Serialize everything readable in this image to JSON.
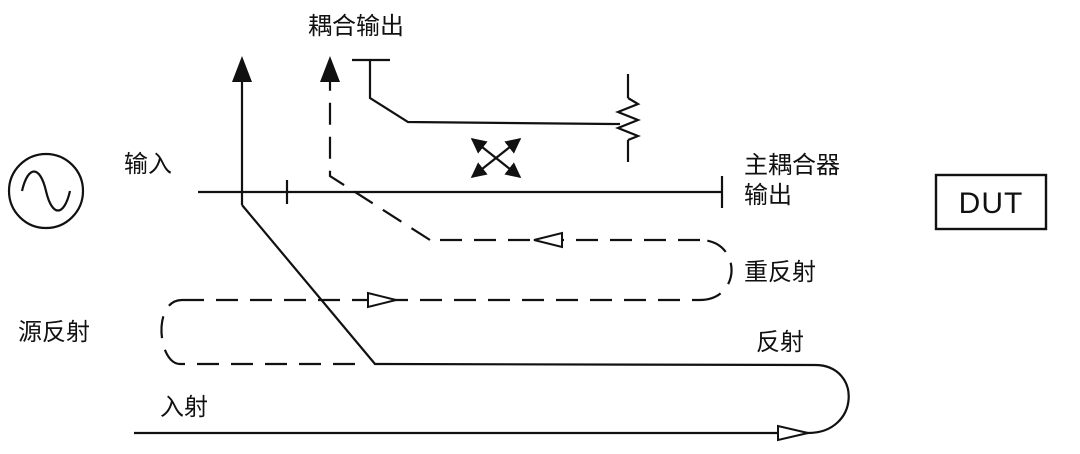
{
  "labels": {
    "coupled_output": "耦合输出",
    "input": "输入",
    "main_coupler_output_line1": "主耦合器",
    "main_coupler_output_line2": "输出",
    "dut": "DUT",
    "re_reflection": "重反射",
    "source_reflection": "源反射",
    "reflection": "反射",
    "incident": "入射"
  },
  "icons": {
    "source": "ac-signal-source-icon",
    "termination": "resistor-load-icon",
    "coupling": "cross-coupling-arrows-icon"
  }
}
